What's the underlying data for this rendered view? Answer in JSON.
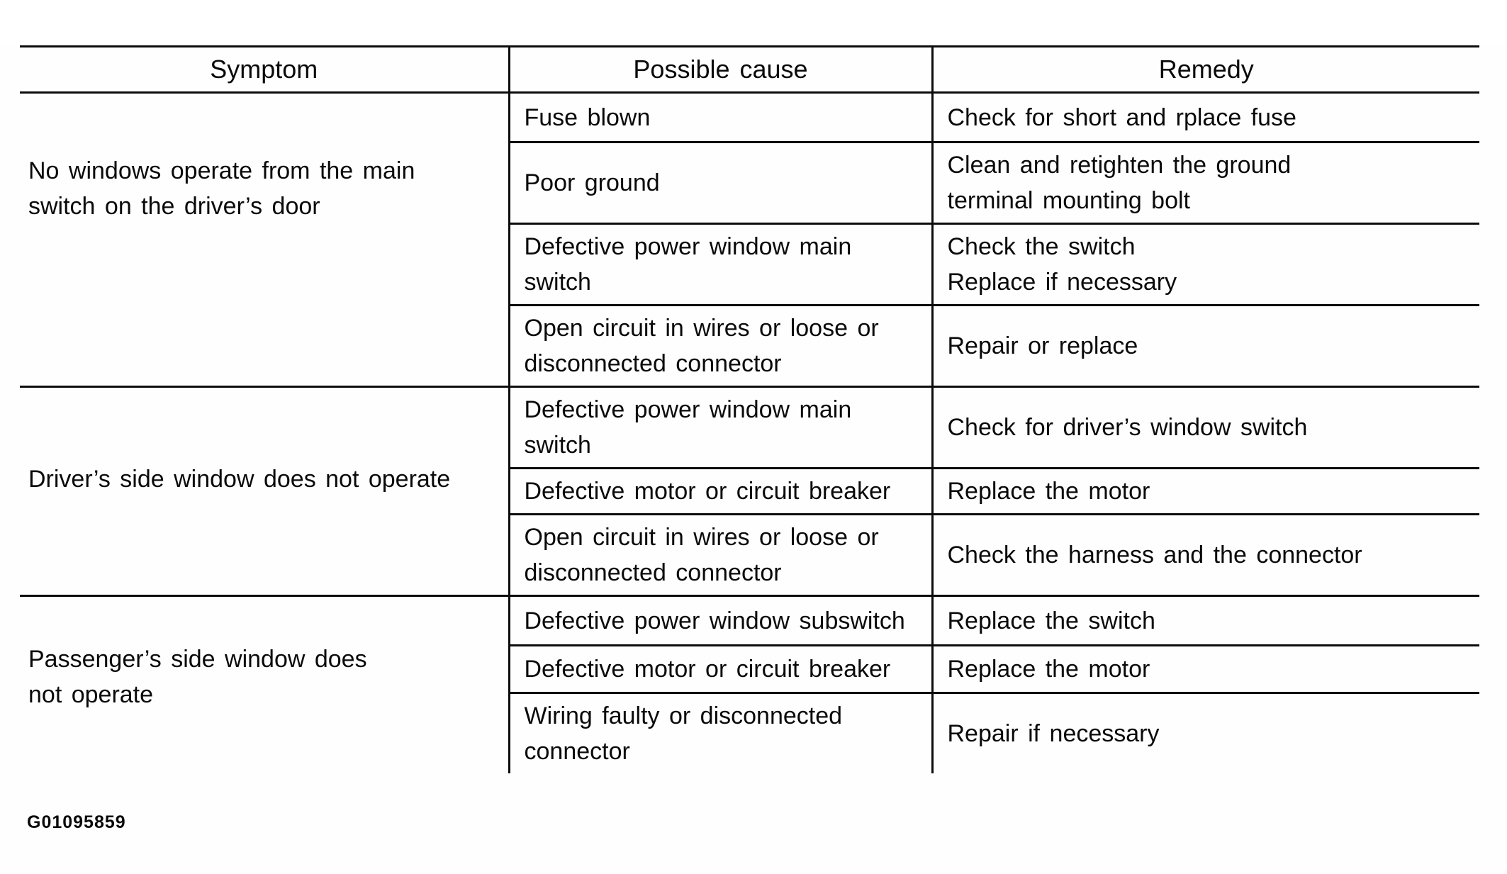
{
  "figure_code": "G01095859",
  "table": {
    "headers": [
      "Symptom",
      "Possible cause",
      "Remedy"
    ],
    "groups": [
      {
        "symptom": [
          "No windows operate from the main",
          "switch on the driver’s door"
        ],
        "rows": [
          {
            "cause": [
              "Fuse blown"
            ],
            "remedy": [
              "Check for short and rplace fuse"
            ]
          },
          {
            "cause": [
              "Poor ground"
            ],
            "remedy": [
              "Clean and retighten the ground",
              "terminal mounting bolt"
            ]
          },
          {
            "cause": [
              "Defective power window main switch"
            ],
            "remedy": [
              "Check the switch",
              "Replace if necessary"
            ]
          },
          {
            "cause": [
              "Open circuit in wires or loose or",
              "disconnected connector"
            ],
            "remedy": [
              "Repair or replace"
            ]
          }
        ]
      },
      {
        "symptom": [
          "Driver’s side window does not operate"
        ],
        "rows": [
          {
            "cause": [
              "Defective power window main switch"
            ],
            "remedy": [
              "Check for driver’s window switch"
            ]
          },
          {
            "cause": [
              "Defective motor or circuit breaker"
            ],
            "remedy": [
              "Replace the motor"
            ]
          },
          {
            "cause": [
              "Open circuit in wires or loose or",
              "disconnected connector"
            ],
            "remedy": [
              "Check the harness and the connector"
            ]
          }
        ]
      },
      {
        "symptom": [
          "Passenger’s side window does",
          "not operate"
        ],
        "rows": [
          {
            "cause": [
              "Defective power window subswitch"
            ],
            "remedy": [
              "Replace the switch"
            ]
          },
          {
            "cause": [
              "Defective motor or circuit breaker"
            ],
            "remedy": [
              "Replace the motor"
            ]
          },
          {
            "cause": [
              "Wiring faulty or disconnected",
              "connector"
            ],
            "remedy": [
              "Repair if necessary"
            ]
          }
        ]
      }
    ]
  }
}
